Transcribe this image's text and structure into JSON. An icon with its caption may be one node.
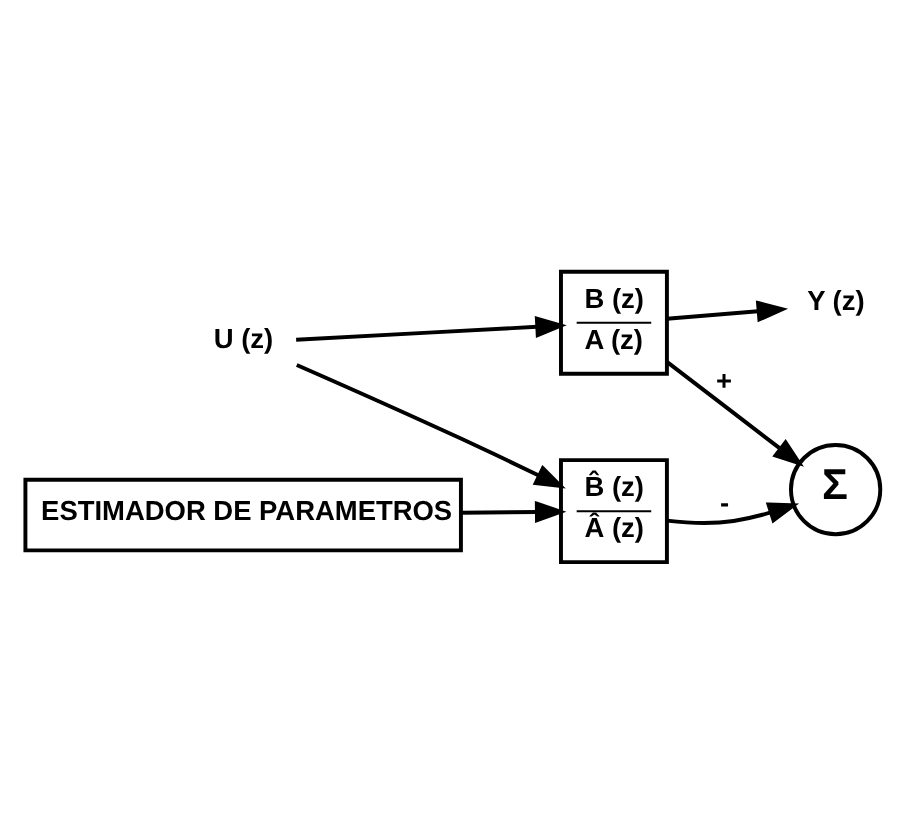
{
  "diagram": {
    "nodes": [
      {
        "text": [
          "U (z)"
        ]
      },
      {
        "text": [
          "B (z)",
          "A (z)"
        ]
      },
      {
        "text": [
          "Y (z)"
        ]
      },
      {
        "text": [
          "Σ"
        ]
      },
      {
        "text": [
          "B̂ (z)",
          "Â (z)"
        ]
      },
      {
        "text": [
          "ESTIMADOR DE PARAMETROS"
        ]
      }
    ],
    "edges": [
      {
        "from": 0,
        "to": 1,
        "arrow": "to"
      },
      {
        "from": 0,
        "to": 4,
        "arrow": "to"
      },
      {
        "from": 1,
        "to": 2,
        "arrow": "to"
      },
      {
        "from": 1,
        "to": 3,
        "arrow": "to",
        "label": "+"
      },
      {
        "from": 4,
        "to": 3,
        "arrow": "to",
        "label": "-"
      },
      {
        "from": 5,
        "to": 4,
        "arrow": "to"
      }
    ]
  }
}
